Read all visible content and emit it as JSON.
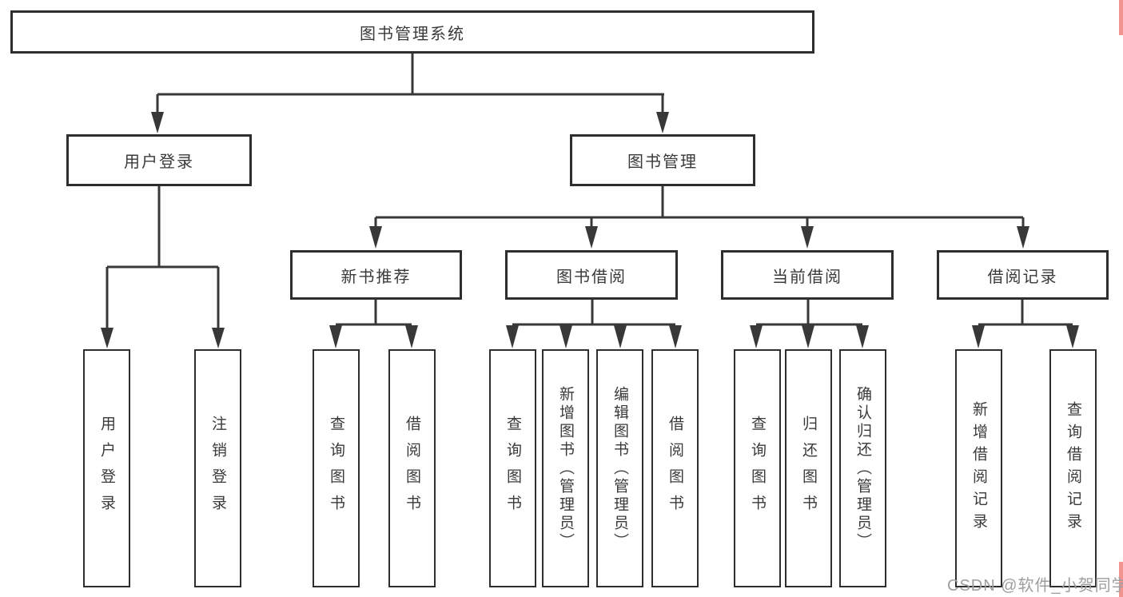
{
  "diagram": {
    "root": {
      "label": "图书管理系统"
    },
    "level2": [
      {
        "label": "用户登录"
      },
      {
        "label": "图书管理"
      }
    ],
    "level3": [
      {
        "label": "新书推荐",
        "parent": "图书管理"
      },
      {
        "label": "图书借阅",
        "parent": "图书管理"
      },
      {
        "label": "当前借阅",
        "parent": "图书管理"
      },
      {
        "label": "借阅记录",
        "parent": "图书管理"
      }
    ],
    "leaves": [
      "用户登录",
      "注销登录",
      "查询图书",
      "借阅图书",
      "查询图书",
      "新增图书（管理员）",
      "编辑图书（管理员）",
      "借阅图书",
      "查询图书",
      "归还图书",
      "确认归还（管理员）",
      "新增借阅记录",
      "查询借阅记录"
    ],
    "leaf_parents": {
      "用户登录": [
        "用户登录",
        "注销登录"
      ],
      "新书推荐": [
        "查询图书",
        "借阅图书"
      ],
      "图书借阅": [
        "查询图书",
        "新增图书（管理员）",
        "编辑图书（管理员）",
        "借阅图书"
      ],
      "当前借阅": [
        "查询图书",
        "归还图书",
        "确认归还（管理员）"
      ],
      "借阅记录": [
        "新增借阅记录",
        "查询借阅记录"
      ]
    }
  },
  "watermark": {
    "text": "CSDN @软件_小贺同学",
    "color": "#9e9e9e"
  },
  "colors": {
    "background": "#ffffff",
    "box_border": "#2e2e2e",
    "connector_line": "#383838",
    "text": "#3a3a3a",
    "edge_accent": "#f1948f"
  }
}
